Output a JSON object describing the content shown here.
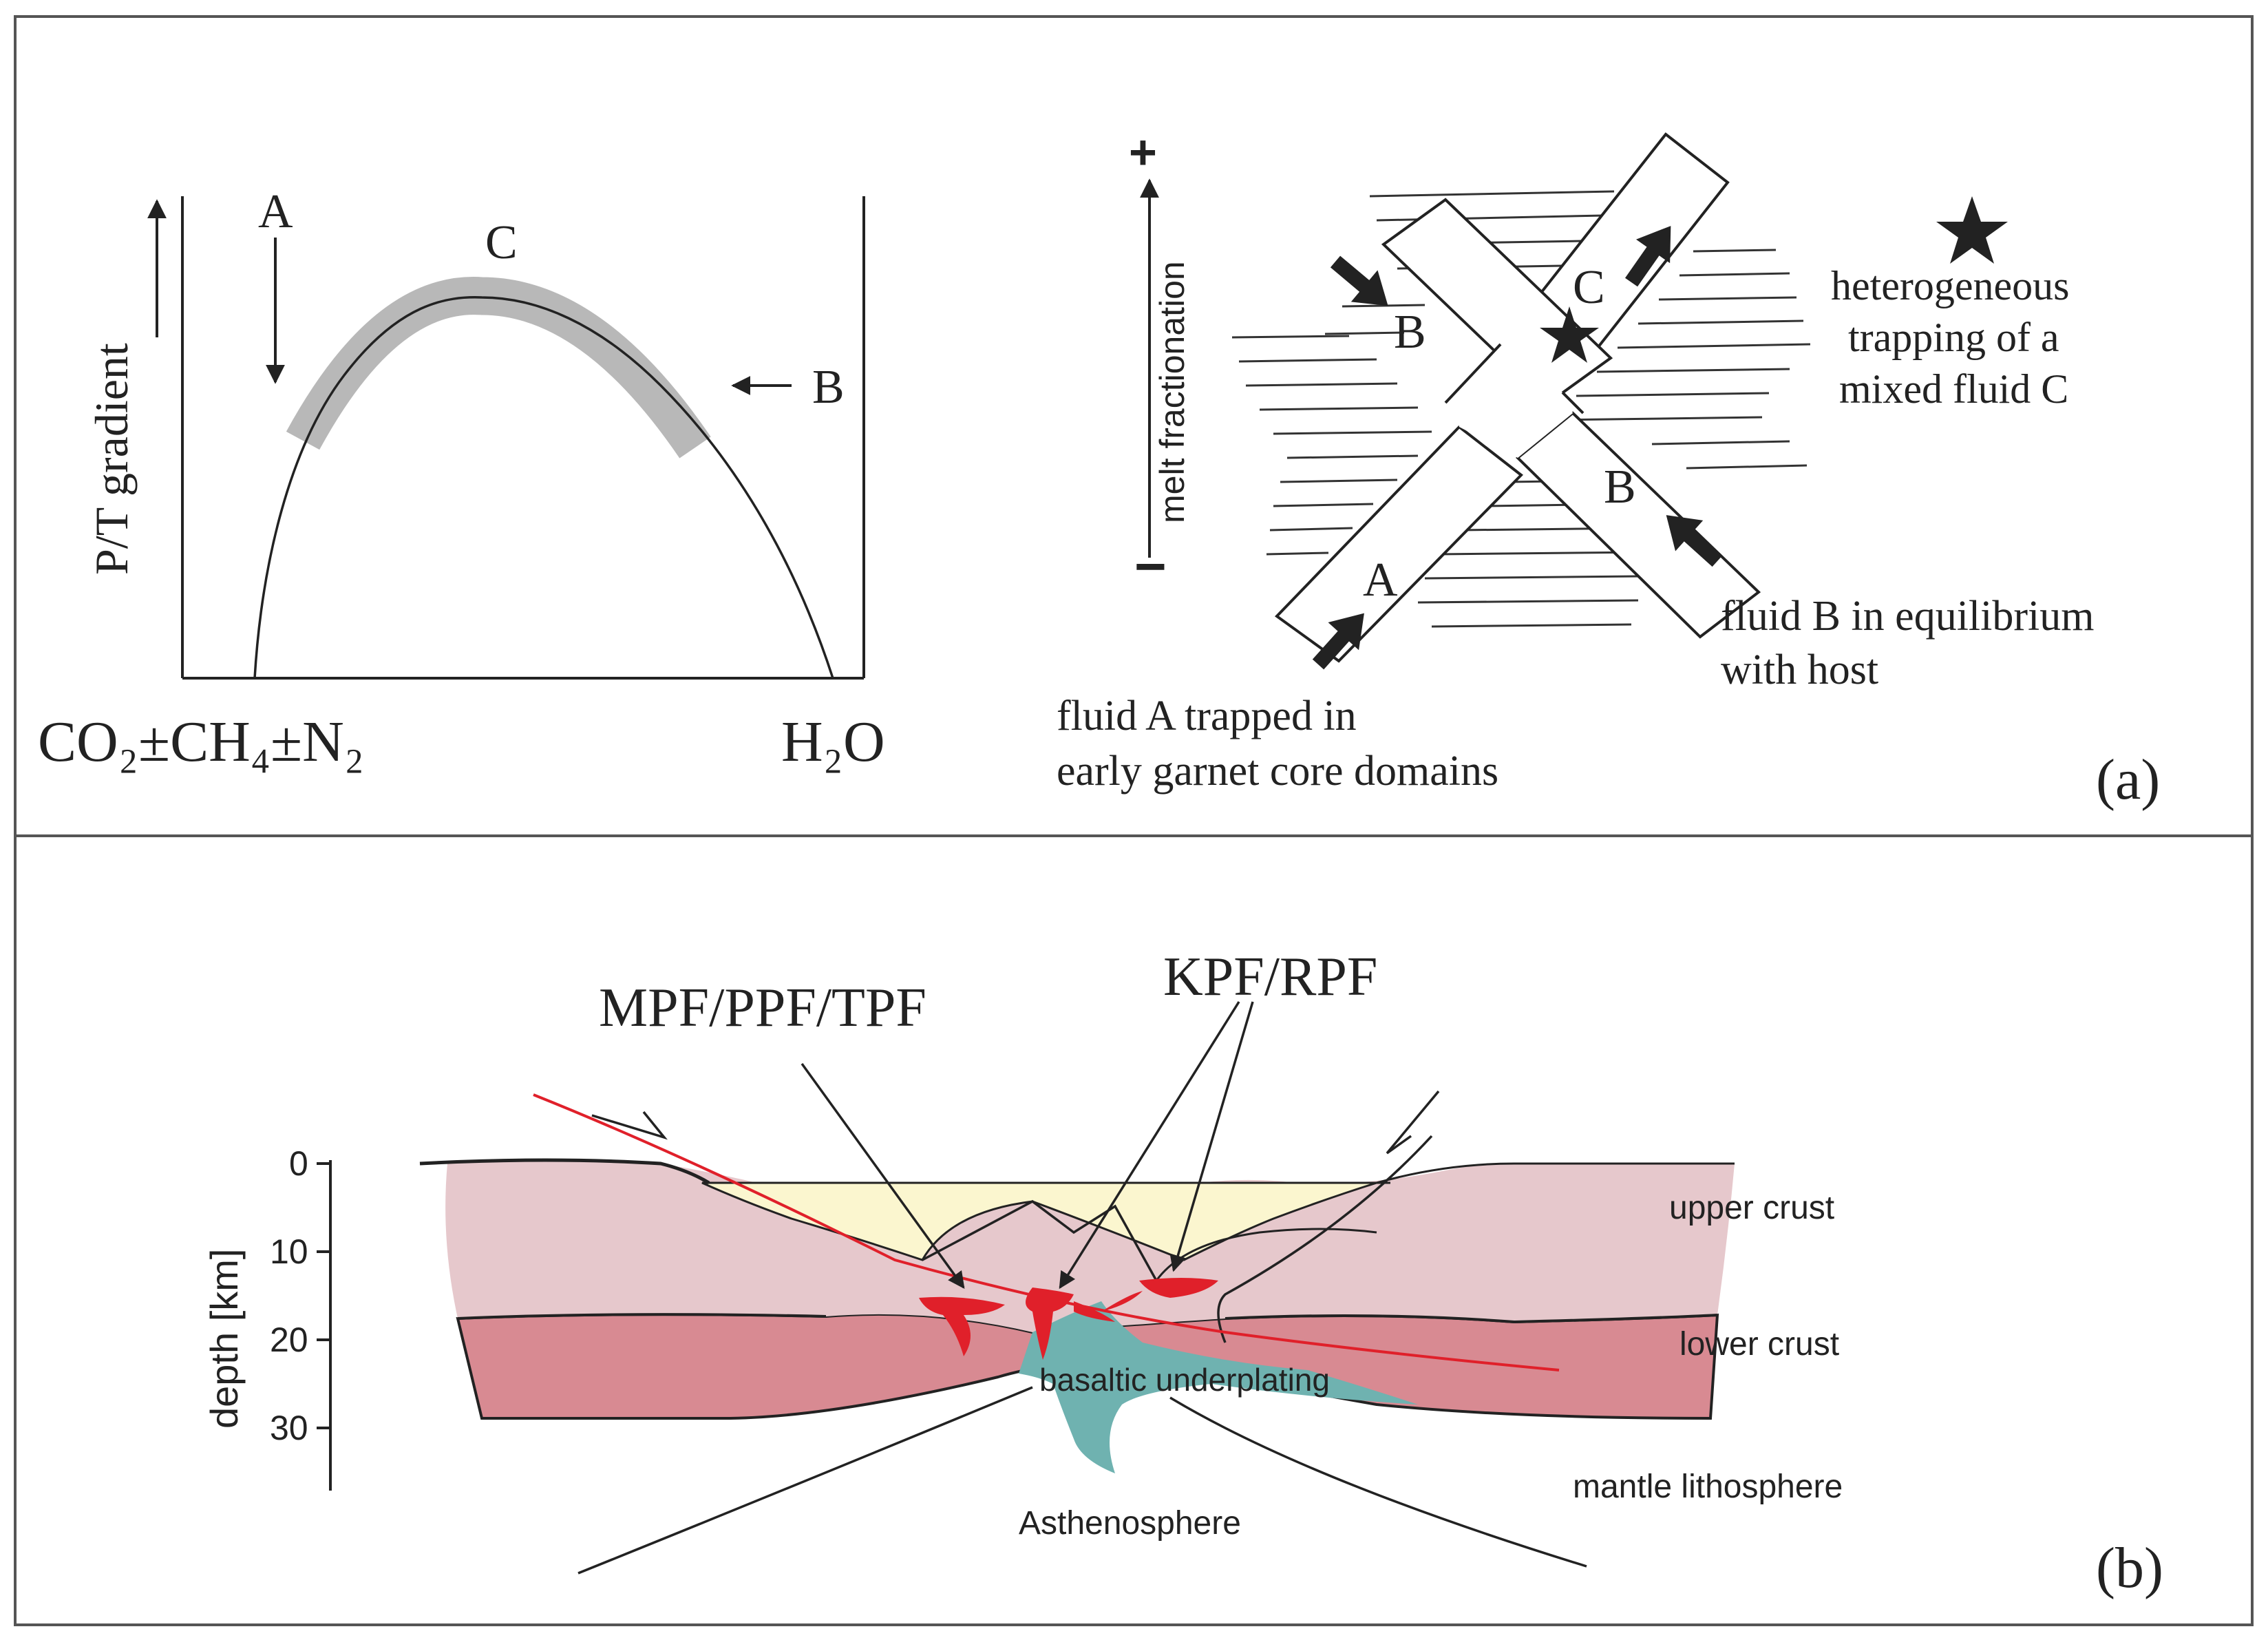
{
  "panel_a": {
    "label": "(a)",
    "phase_diagram": {
      "y_axis_label": "P/T gradient",
      "x_left_label": "CO₂±CH₄±N₂",
      "x_right_label": "H₂O",
      "point_a": "A",
      "point_b": "B",
      "point_c": "C"
    },
    "vein_diagram": {
      "axis_label": "melt fractionation",
      "axis_plus": "+",
      "axis_minus": "−",
      "label_a": "A",
      "label_b_upper": "B",
      "label_b_lower": "B",
      "label_c": "C",
      "legend_line1": "heterogeneous",
      "legend_line2": "trapping of a",
      "legend_line3": "mixed fluid C",
      "fluid_b_line1": "fluid B in equilibrium",
      "fluid_b_line2": "with host",
      "fluid_a_line1": "fluid A trapped in",
      "fluid_a_line2": "early garnet core domains"
    }
  },
  "panel_b": {
    "label": "(b)",
    "depth_axis_label": "depth [km]",
    "depth_ticks": [
      "0",
      "10",
      "20",
      "30"
    ],
    "fault_label_left": "MPF/PPF/TPF",
    "fault_label_right": "KPF/RPF",
    "layers": {
      "upper_crust": "upper crust",
      "lower_crust": "lower crust",
      "basaltic_underplating": "basaltic underplating",
      "mantle_lithosphere": "mantle lithosphere",
      "asthenosphere": "Asthenosphere"
    },
    "colors": {
      "upper_crust": "#e6c8cc",
      "lower_crust": "#d88a92",
      "basin_fill": "#fbf6cf",
      "underplating": "#6fb2b0",
      "intrusion": "#e0202a",
      "shear_band": "#b9b9b9"
    }
  }
}
